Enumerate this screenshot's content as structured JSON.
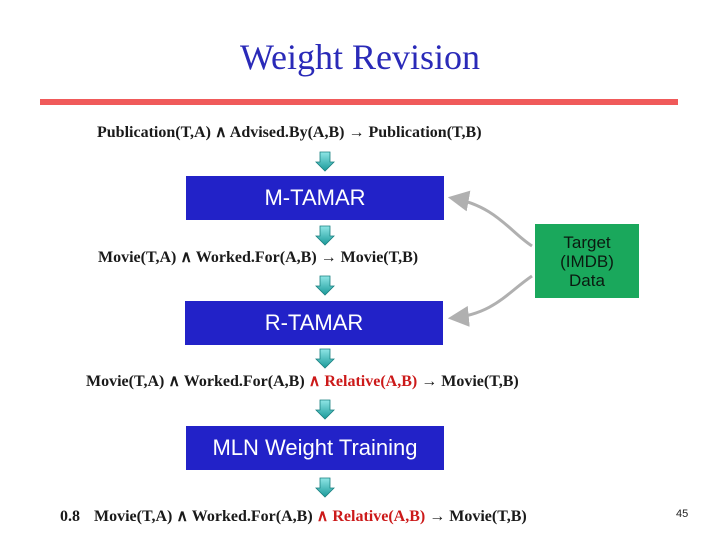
{
  "slide": {
    "title": "Weight Revision",
    "page_number": "45"
  },
  "rules": {
    "r1": {
      "p1": "Publication(T,A)",
      "and1": "∧",
      "p2": "Advised.By(A,B)",
      "arrow": "→",
      "head": "Publication(T,B)"
    },
    "r2": {
      "p1": "Movie(T,A)",
      "and1": "∧",
      "p2": "Worked.For(A,B)",
      "arrow": "→",
      "head": "Movie(T,B)"
    },
    "r3": {
      "p1": "Movie(T,A)",
      "and1": "∧",
      "p2": "Worked.For(A,B)",
      "and2": "∧",
      "p3": "Relative(A,B)",
      "arrow": "→",
      "head": "Movie(T,B)"
    },
    "r4": {
      "weight": "0.8",
      "p1": "Movie(T,A)",
      "and1": "∧",
      "p2": "Worked.For(A,B)",
      "and2": "∧",
      "p3": "Relative(A,B)",
      "arrow": "→",
      "head": "Movie(T,B)"
    }
  },
  "boxes": {
    "mtamar": "M-TAMAR",
    "rtamar": "R-TAMAR",
    "mln": "MLN Weight Training"
  },
  "target": {
    "line1": "Target",
    "line2": "(IMDB)",
    "line3": "Data"
  },
  "colors": {
    "title": "#2a2ab8",
    "rule_bar": "#f05a5a",
    "process_box": "#2222c8",
    "target_box": "#1aa85c",
    "arrow": "#22b0b0",
    "highlight_text": "#cc1a1a"
  }
}
